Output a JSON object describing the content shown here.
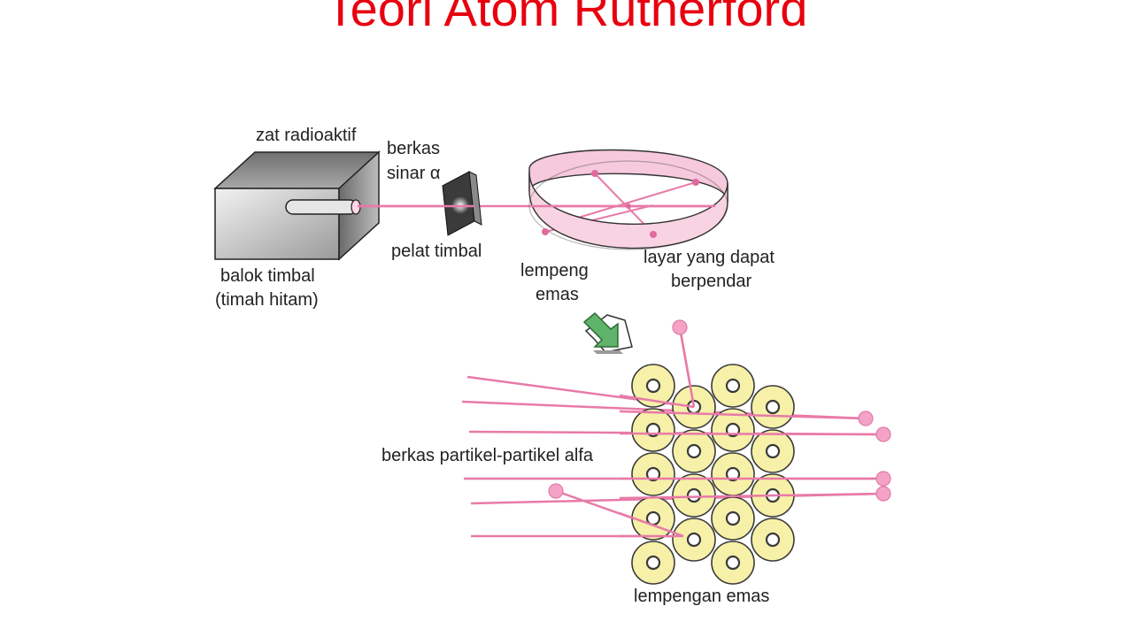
{
  "title": "Teori Atom Rutherford",
  "labels": {
    "radioactive": "zat radioaktif",
    "beam_line1": "berkas",
    "beam_line2": "sinar α",
    "lead_block_line1": "balok timbal",
    "lead_block_line2": "(timah hitam)",
    "lead_plate": "pelat timbal",
    "gold_foil_line1": "lempeng",
    "gold_foil_line2": "emas",
    "screen_line1": "layar yang dapat",
    "screen_line2": "berpendar",
    "alpha_beam": "berkas partikel-partikel alfa",
    "gold_sheet": "lempengan emas"
  },
  "colors": {
    "title": "#e8000f",
    "beam": "#e87aa8",
    "particle": "#f4a3c6",
    "atom_fill": "#f6f0a8",
    "atom_stroke": "#3a3a3a",
    "arrow": "#5fb36a"
  },
  "icons": [
    "zoom-arrow-icon"
  ]
}
